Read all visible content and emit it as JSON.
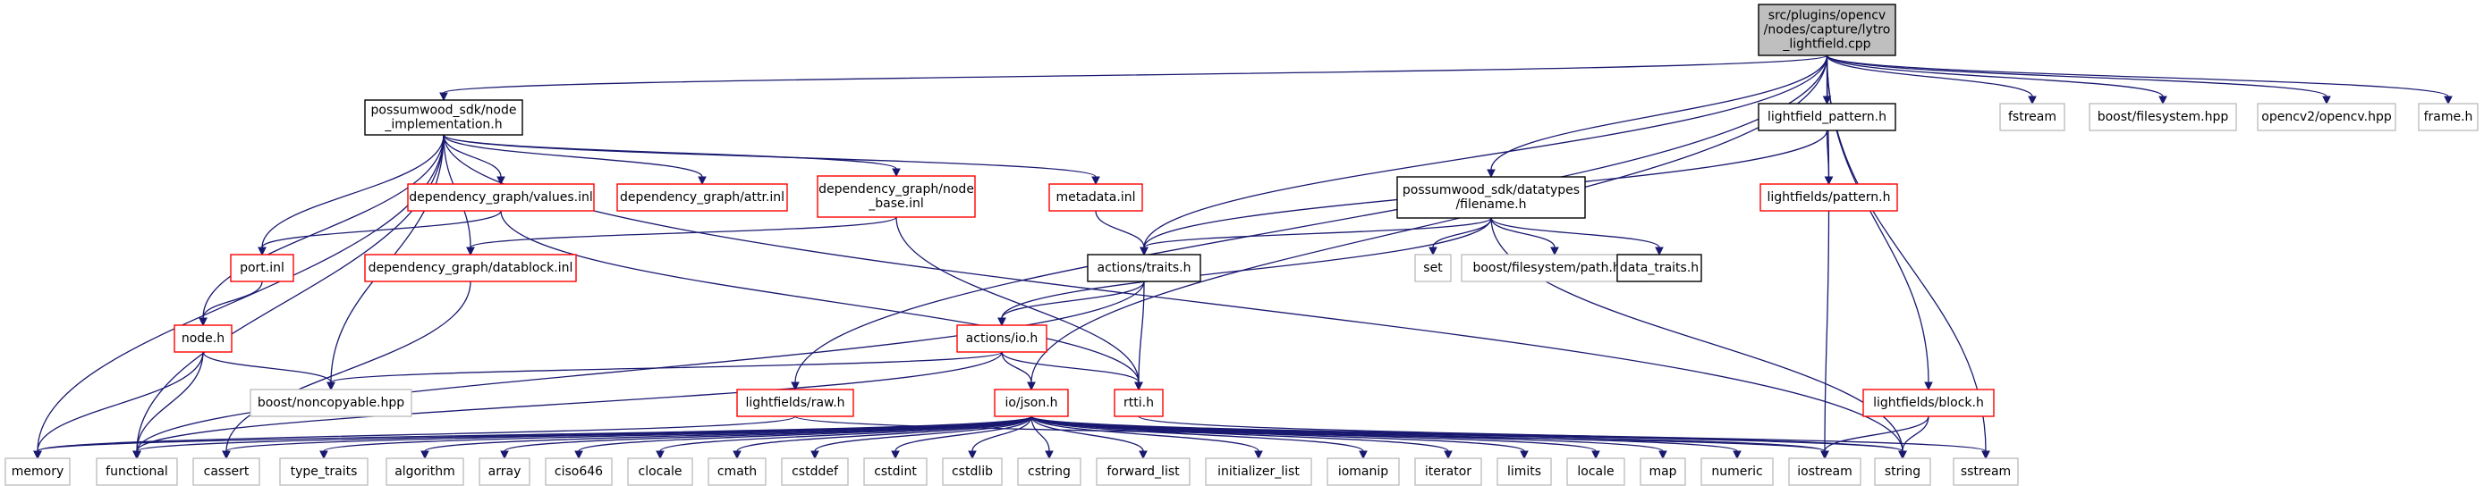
{
  "colors": {
    "edge": "#191970",
    "root_fill": "#bfbfbf",
    "root_border": "#000000",
    "documented_border": "#000000",
    "undocumented_border": "#ff0000",
    "external_border": "#bfbfbf",
    "external_text": "#000000"
  },
  "nodes": [
    {
      "id": "root",
      "kind": "root",
      "lines": [
        "src/plugins/opencv",
        "/nodes/capture/lytro",
        "_lightfield.cpp"
      ]
    },
    {
      "id": "node_impl",
      "kind": "documented",
      "lines": [
        "possumwood_sdk/node",
        "_implementation.h"
      ]
    },
    {
      "id": "lightfield_pattern_h",
      "kind": "documented",
      "lines": [
        "lightfield_pattern.h"
      ]
    },
    {
      "id": "fstream",
      "kind": "external",
      "lines": [
        "fstream"
      ]
    },
    {
      "id": "boost_filesystem",
      "kind": "external",
      "lines": [
        "boost/filesystem.hpp"
      ]
    },
    {
      "id": "opencv2",
      "kind": "external",
      "lines": [
        "opencv2/opencv.hpp"
      ]
    },
    {
      "id": "frame_h",
      "kind": "external",
      "lines": [
        "frame.h"
      ]
    },
    {
      "id": "dg_values",
      "kind": "undocumented",
      "lines": [
        "dependency_graph/values.inl"
      ]
    },
    {
      "id": "dg_attr",
      "kind": "undocumented",
      "lines": [
        "dependency_graph/attr.inl"
      ]
    },
    {
      "id": "dg_node_base",
      "kind": "undocumented",
      "lines": [
        "dependency_graph/node",
        "_base.inl"
      ]
    },
    {
      "id": "metadata_inl",
      "kind": "undocumented",
      "lines": [
        "metadata.inl"
      ]
    },
    {
      "id": "filename_h",
      "kind": "documented",
      "lines": [
        "possumwood_sdk/datatypes",
        "/filename.h"
      ]
    },
    {
      "id": "lf_pattern",
      "kind": "undocumented",
      "lines": [
        "lightfields/pattern.h"
      ]
    },
    {
      "id": "port_inl",
      "kind": "undocumented",
      "lines": [
        "port.inl"
      ]
    },
    {
      "id": "dg_datablock",
      "kind": "undocumented",
      "lines": [
        "dependency_graph/datablock.inl"
      ]
    },
    {
      "id": "actions_traits",
      "kind": "documented",
      "lines": [
        "actions/traits.h"
      ]
    },
    {
      "id": "set",
      "kind": "external",
      "lines": [
        "set"
      ]
    },
    {
      "id": "boost_fs_path",
      "kind": "external",
      "lines": [
        "boost/filesystem/path.hpp"
      ]
    },
    {
      "id": "data_traits",
      "kind": "documented",
      "lines": [
        "data_traits.h"
      ]
    },
    {
      "id": "node_h",
      "kind": "undocumented",
      "lines": [
        "node.h"
      ]
    },
    {
      "id": "actions_io",
      "kind": "undocumented",
      "lines": [
        "actions/io.h"
      ]
    },
    {
      "id": "boost_noncopyable",
      "kind": "external",
      "lines": [
        "boost/noncopyable.hpp"
      ]
    },
    {
      "id": "lf_raw",
      "kind": "undocumented",
      "lines": [
        "lightfields/raw.h"
      ]
    },
    {
      "id": "io_json",
      "kind": "undocumented",
      "lines": [
        "io/json.h"
      ]
    },
    {
      "id": "rtti_h",
      "kind": "undocumented",
      "lines": [
        "rtti.h"
      ]
    },
    {
      "id": "lf_block",
      "kind": "undocumented",
      "lines": [
        "lightfields/block.h"
      ]
    },
    {
      "id": "memory",
      "kind": "external",
      "lines": [
        "memory"
      ]
    },
    {
      "id": "functional",
      "kind": "external",
      "lines": [
        "functional"
      ]
    },
    {
      "id": "cassert",
      "kind": "external",
      "lines": [
        "cassert"
      ]
    },
    {
      "id": "type_traits",
      "kind": "external",
      "lines": [
        "type_traits"
      ]
    },
    {
      "id": "algorithm",
      "kind": "external",
      "lines": [
        "algorithm"
      ]
    },
    {
      "id": "array",
      "kind": "external",
      "lines": [
        "array"
      ]
    },
    {
      "id": "ciso646",
      "kind": "external",
      "lines": [
        "ciso646"
      ]
    },
    {
      "id": "clocale",
      "kind": "external",
      "lines": [
        "clocale"
      ]
    },
    {
      "id": "cmath",
      "kind": "external",
      "lines": [
        "cmath"
      ]
    },
    {
      "id": "cstddef",
      "kind": "external",
      "lines": [
        "cstddef"
      ]
    },
    {
      "id": "cstdint",
      "kind": "external",
      "lines": [
        "cstdint"
      ]
    },
    {
      "id": "cstdlib",
      "kind": "external",
      "lines": [
        "cstdlib"
      ]
    },
    {
      "id": "cstring",
      "kind": "external",
      "lines": [
        "cstring"
      ]
    },
    {
      "id": "forward_list",
      "kind": "external",
      "lines": [
        "forward_list"
      ]
    },
    {
      "id": "initializer_list",
      "kind": "external",
      "lines": [
        "initializer_list"
      ]
    },
    {
      "id": "iomanip",
      "kind": "external",
      "lines": [
        "iomanip"
      ]
    },
    {
      "id": "iterator",
      "kind": "external",
      "lines": [
        "iterator"
      ]
    },
    {
      "id": "limits",
      "kind": "external",
      "lines": [
        "limits"
      ]
    },
    {
      "id": "locale",
      "kind": "external",
      "lines": [
        "locale"
      ]
    },
    {
      "id": "map",
      "kind": "external",
      "lines": [
        "map"
      ]
    },
    {
      "id": "numeric",
      "kind": "external",
      "lines": [
        "numeric"
      ]
    },
    {
      "id": "iostream",
      "kind": "external",
      "lines": [
        "iostream"
      ]
    },
    {
      "id": "string",
      "kind": "external",
      "lines": [
        "string"
      ]
    },
    {
      "id": "sstream",
      "kind": "external",
      "lines": [
        "sstream"
      ]
    }
  ],
  "edges": [
    [
      "root",
      "node_impl"
    ],
    [
      "root",
      "lightfield_pattern_h"
    ],
    [
      "root",
      "fstream"
    ],
    [
      "root",
      "boost_filesystem"
    ],
    [
      "root",
      "opencv2"
    ],
    [
      "root",
      "frame_h"
    ],
    [
      "root",
      "filename_h"
    ],
    [
      "root",
      "lf_pattern"
    ],
    [
      "root",
      "actions_traits"
    ],
    [
      "root",
      "lf_raw"
    ],
    [
      "root",
      "io_json"
    ],
    [
      "root",
      "lf_block"
    ],
    [
      "root",
      "sstream"
    ],
    [
      "node_impl",
      "dg_values"
    ],
    [
      "node_impl",
      "dg_attr"
    ],
    [
      "node_impl",
      "dg_node_base"
    ],
    [
      "node_impl",
      "metadata_inl"
    ],
    [
      "node_impl",
      "port_inl"
    ],
    [
      "node_impl",
      "dg_datablock"
    ],
    [
      "node_impl",
      "node_h"
    ],
    [
      "node_impl",
      "boost_noncopyable"
    ],
    [
      "node_impl",
      "memory"
    ],
    [
      "node_impl",
      "functional"
    ],
    [
      "node_impl",
      "string"
    ],
    [
      "lightfield_pattern_h",
      "lf_pattern"
    ],
    [
      "lightfield_pattern_h",
      "actions_traits"
    ],
    [
      "dg_values",
      "port_inl"
    ],
    [
      "dg_values",
      "rtti_h"
    ],
    [
      "dg_node_base",
      "dg_datablock"
    ],
    [
      "dg_node_base",
      "rtti_h"
    ],
    [
      "metadata_inl",
      "actions_traits"
    ],
    [
      "filename_h",
      "set"
    ],
    [
      "filename_h",
      "boost_fs_path"
    ],
    [
      "filename_h",
      "data_traits"
    ],
    [
      "filename_h",
      "actions_traits"
    ],
    [
      "filename_h",
      "actions_io"
    ],
    [
      "filename_h",
      "string"
    ],
    [
      "lf_pattern",
      "iostream"
    ],
    [
      "port_inl",
      "node_h"
    ],
    [
      "dg_datablock",
      "cassert"
    ],
    [
      "actions_traits",
      "actions_io"
    ],
    [
      "actions_traits",
      "rtti_h"
    ],
    [
      "actions_traits",
      "functional"
    ],
    [
      "node_h",
      "boost_noncopyable"
    ],
    [
      "node_h",
      "memory"
    ],
    [
      "node_h",
      "functional"
    ],
    [
      "actions_io",
      "boost_noncopyable"
    ],
    [
      "actions_io",
      "io_json"
    ],
    [
      "actions_io",
      "rtti_h"
    ],
    [
      "actions_io",
      "functional"
    ],
    [
      "lf_raw",
      "memory"
    ],
    [
      "lf_raw",
      "iostream"
    ],
    [
      "rtti_h",
      "string"
    ],
    [
      "lf_block",
      "iostream"
    ],
    [
      "lf_block",
      "string"
    ],
    [
      "io_json",
      "memory"
    ],
    [
      "io_json",
      "functional"
    ],
    [
      "io_json",
      "cassert"
    ],
    [
      "io_json",
      "type_traits"
    ],
    [
      "io_json",
      "algorithm"
    ],
    [
      "io_json",
      "array"
    ],
    [
      "io_json",
      "ciso646"
    ],
    [
      "io_json",
      "clocale"
    ],
    [
      "io_json",
      "cmath"
    ],
    [
      "io_json",
      "cstddef"
    ],
    [
      "io_json",
      "cstdint"
    ],
    [
      "io_json",
      "cstdlib"
    ],
    [
      "io_json",
      "cstring"
    ],
    [
      "io_json",
      "forward_list"
    ],
    [
      "io_json",
      "initializer_list"
    ],
    [
      "io_json",
      "iomanip"
    ],
    [
      "io_json",
      "iterator"
    ],
    [
      "io_json",
      "limits"
    ],
    [
      "io_json",
      "locale"
    ],
    [
      "io_json",
      "map"
    ],
    [
      "io_json",
      "numeric"
    ],
    [
      "io_json",
      "iostream"
    ],
    [
      "io_json",
      "string"
    ],
    [
      "io_json",
      "sstream"
    ]
  ]
}
